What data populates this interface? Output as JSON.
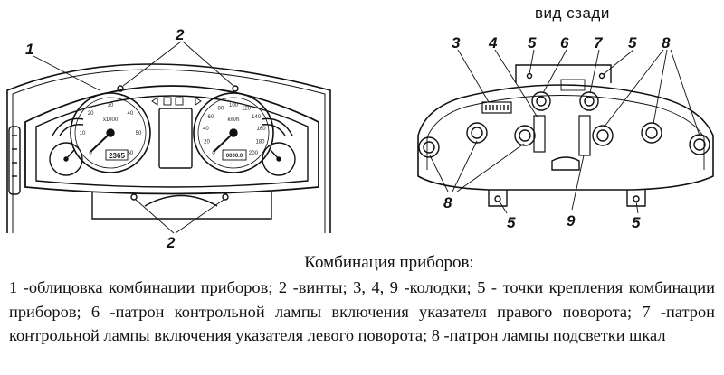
{
  "figure": {
    "view_label": "вид сзади",
    "front": {
      "callouts": [
        "1",
        "2",
        "2"
      ],
      "odometer": "2365",
      "trip": "0000.0",
      "tacho_ticks": [
        "0",
        "10",
        "20",
        "30",
        "40",
        "50",
        "60"
      ],
      "speedo_ticks": [
        "0",
        "20",
        "40",
        "60",
        "80",
        "100",
        "120",
        "140",
        "160",
        "180",
        "200"
      ],
      "speedo_unit": "km/h",
      "tacho_unit": "x1000"
    },
    "back": {
      "callouts_top": [
        "3",
        "4",
        "5",
        "6",
        "7",
        "5",
        "8"
      ],
      "callouts_bottom": [
        "8",
        "5",
        "9",
        "5"
      ]
    }
  },
  "caption": {
    "title": "Комбинация приборов:",
    "body": "1 -облицовка комбинации приборов; 2 -винты; 3, 4, 9 -колодки; 5 - точки крепления комбинации приборов; 6 -патрон контрольной лампы включения указателя правого поворота; 7 -патрон контрольной лампы включения указателя левого поворота; 8 -патрон лампы подсветки шкал"
  }
}
